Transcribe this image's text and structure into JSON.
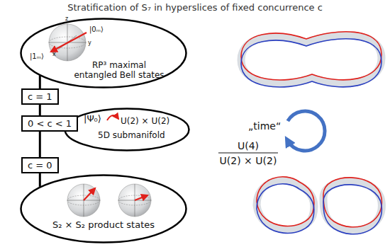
{
  "diagram": {
    "title": "Stratification of S₇ in hyperslices of fixed concurrence c",
    "nodes": [
      {
        "text": [
          "RP³ maximal entangled Bell states"
        ]
      },
      {
        "text": [
          "c = 1"
        ]
      },
      {
        "text": [
          "0 < c < 1"
        ]
      },
      {
        "text": [
          "|Ψ₀⟩",
          "U(2) × U(2)",
          "5D submanifold"
        ]
      },
      {
        "text": [
          "c = 0"
        ]
      },
      {
        "text": [
          "S₂ × S₂ product states"
        ]
      }
    ],
    "edges": [
      {
        "from": 0,
        "to": 1,
        "arrow": "none"
      },
      {
        "from": 1,
        "to": 2,
        "arrow": "none"
      },
      {
        "from": 2,
        "to": 4,
        "arrow": "none"
      },
      {
        "from": 4,
        "to": 5,
        "arrow": "none"
      }
    ],
    "labels": [
      "z",
      "x",
      "y",
      "|0ₘ⟩",
      "|1ₘ⟩",
      "„time“",
      "U(4)",
      "U(2) × U(2)"
    ]
  }
}
